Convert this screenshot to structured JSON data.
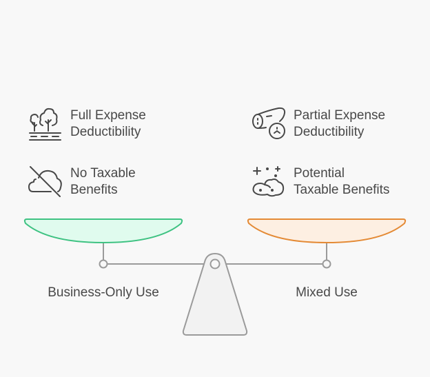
{
  "colors": {
    "background": "#f8f8f8",
    "text": "#484848",
    "icon_stroke": "#484848",
    "left_pan_fill": "#e0fbee",
    "left_pan_stroke": "#3ec282",
    "right_pan_fill": "#fdefe2",
    "right_pan_stroke": "#e48a35",
    "beam": "#9a9a9a",
    "fulcrum_fill": "#f2f2f2"
  },
  "left": {
    "label": "Business-Only Use",
    "items": [
      {
        "icon": "trees-landscape-icon",
        "line1": "Full Expense",
        "line2": "Deductibility"
      },
      {
        "icon": "cloud-off-icon",
        "line1": "No Taxable",
        "line2": "Benefits"
      }
    ]
  },
  "right": {
    "label": "Mixed Use",
    "items": [
      {
        "icon": "log-wood-icon",
        "line1": "Partial Expense",
        "line2": "Deductibility"
      },
      {
        "icon": "sparkle-cloud-icon",
        "line1": "Potential",
        "line2": "Taxable Benefits"
      }
    ]
  }
}
